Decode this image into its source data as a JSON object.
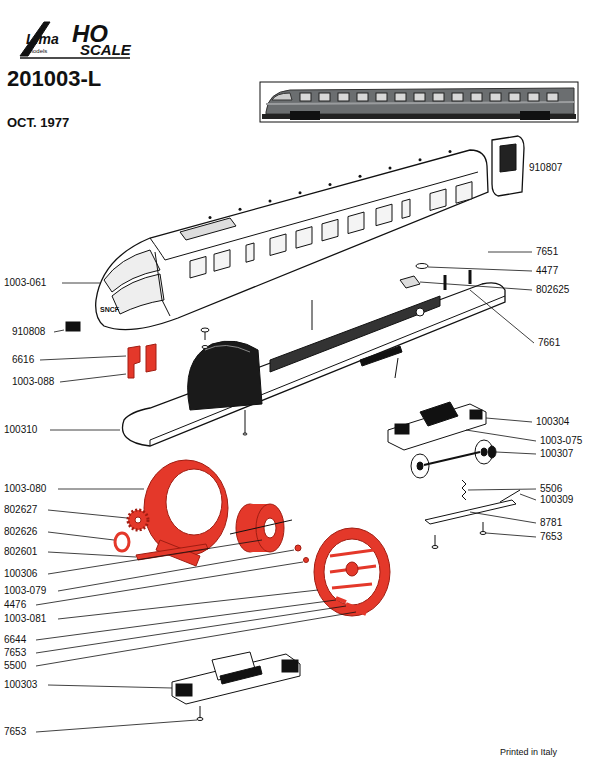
{
  "diagram": {
    "title": "201003-L",
    "labels": [
      "Lima",
      "models",
      "HO",
      "SCALE",
      "OCT. 1977",
      "SNCF",
      "910807",
      "1003-061",
      "7651",
      "4477",
      "802625",
      "910808",
      "7661",
      "6616",
      "1003-088",
      "100310",
      "100304",
      "1003-075",
      "100307",
      "5506",
      "100309",
      "8781",
      "7653",
      "1003-080",
      "802627",
      "802626",
      "802601",
      "100306",
      "1003-079",
      "4476",
      "1003-081",
      "6644",
      "7653",
      "5500",
      "100303",
      "7653",
      "Printed in Italy"
    ]
  }
}
